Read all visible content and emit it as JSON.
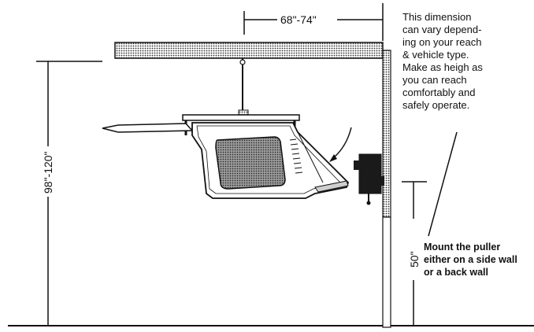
{
  "dimensions": {
    "horizontal": "68\"-74\"",
    "vertical": "98\"-120\"",
    "puller_height": "50\""
  },
  "notes": {
    "reach_lines": [
      "This dimension",
      "can vary depend-",
      "ing on your reach",
      "& vehicle type.",
      "Make as heigh as",
      "you can reach",
      "comfortably and",
      "safely operate."
    ],
    "mount_puller": "Mount the puller either on a side wall or a back wall"
  },
  "colors": {
    "line": "#111111",
    "hatch": "#555555"
  }
}
